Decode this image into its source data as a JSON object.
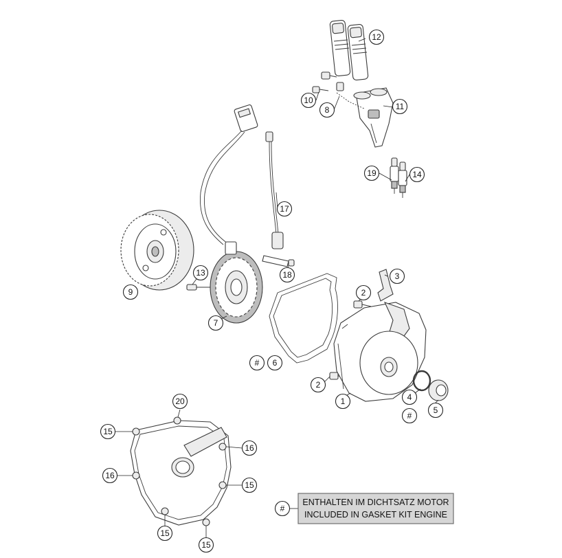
{
  "diagram": {
    "callouts": {
      "c1": "1",
      "c2a": "2",
      "c2b": "2",
      "c3": "3",
      "c4": "4",
      "c4hash": "#",
      "c5": "5",
      "c6hash": "#",
      "c6": "6",
      "c7": "7",
      "c8": "8",
      "c9": "9",
      "c10": "10",
      "c11": "11",
      "c12": "12",
      "c13": "13",
      "c14": "14",
      "c15a": "15",
      "c15b": "15",
      "c15c": "15",
      "c15d": "15",
      "c16a": "16",
      "c16b": "16",
      "c17": "17",
      "c18": "18",
      "c19": "19",
      "c20": "20"
    },
    "legend": {
      "symbol": "#",
      "line1": "ENTHALTEN IM DICHTSATZ MOTOR",
      "line2": "INCLUDED IN GASKET KIT ENGINE"
    }
  }
}
